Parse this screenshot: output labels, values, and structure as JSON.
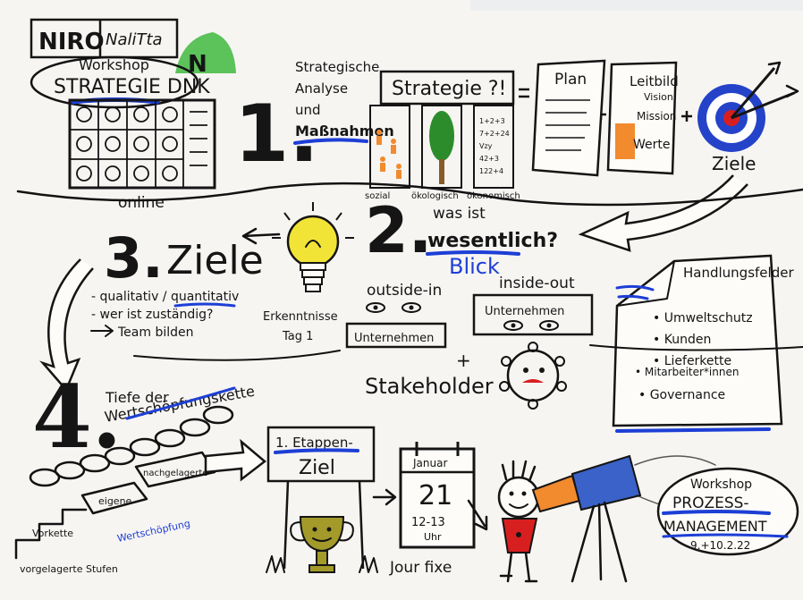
{
  "logo": {
    "niro": "NIRO",
    "nalitta": "NaliTta",
    "badge": "N"
  },
  "workshop": {
    "label": "Workshop",
    "title": "STRATEGIE DNK",
    "online": "online"
  },
  "step1": {
    "number": "1.",
    "text": [
      "Strategische",
      "Analyse",
      "und",
      "Maßnahmen"
    ],
    "strategie": "Strategie ?!",
    "pillars": [
      "sozial",
      "ökologisch",
      "ökonomisch"
    ],
    "pillar_notes": [
      "1+2+3",
      "7+2+24",
      "Vzy",
      "42+3",
      "122+4"
    ],
    "plan": "Plan",
    "leitbild": "Leitbild",
    "vision": "Vision",
    "mission": "Mission",
    "werte": "Werte",
    "ziele": "Ziele"
  },
  "step2": {
    "number": "2.",
    "was_ist": "was ist",
    "wesentlich": "wesentlich?",
    "blick": "Blick",
    "outside_in": "outside-in",
    "inside_out": "inside-out",
    "unternehmen": "Unternehmen",
    "stakeholder": "Stakeholder",
    "plus": "+"
  },
  "step3": {
    "number": "3.",
    "ziele": "Ziele",
    "qual": "- qualitativ / quantitativ",
    "wer": "- wer ist zuständig?",
    "team": "Team bilden",
    "erkenntnisse": "Erkenntnisse",
    "tag": "Tag 1"
  },
  "handlungsfelder": {
    "title": "Handlungsfelder",
    "items": [
      "• Umweltschutz",
      "• Kunden",
      "• Lieferkette",
      "• Mitarbeiter*innen",
      "• Governance"
    ]
  },
  "step4": {
    "number": "4.",
    "tiefe": "Tiefe der",
    "wsk": "Wertschöpfungskette",
    "vorkette": "Vorkette",
    "vorgelagerte": "vorgelagerte Stufen",
    "eigene": "eigene",
    "nachgelagerte": "nachgelagerte",
    "wertschoepfung": "Wertschöpfung"
  },
  "etappe": {
    "label": "1. Etappen-",
    "ziel": "Ziel"
  },
  "calendar": {
    "month": "Januar",
    "day": "21",
    "time": "12-13",
    "uhr": "Uhr",
    "jour": "Jour fixe"
  },
  "next": {
    "workshop": "Workshop",
    "prozess": "PROZESS-",
    "management": "MANAGEMENT",
    "dates": "9.+10.2.22"
  },
  "colors": {
    "ink": "#151515",
    "blue": "#1d3fd6",
    "green": "#2c8c2c",
    "orange": "#f28a2e",
    "red": "#d81f1f",
    "yellow": "#f2e436",
    "olive": "#a39a2a"
  }
}
